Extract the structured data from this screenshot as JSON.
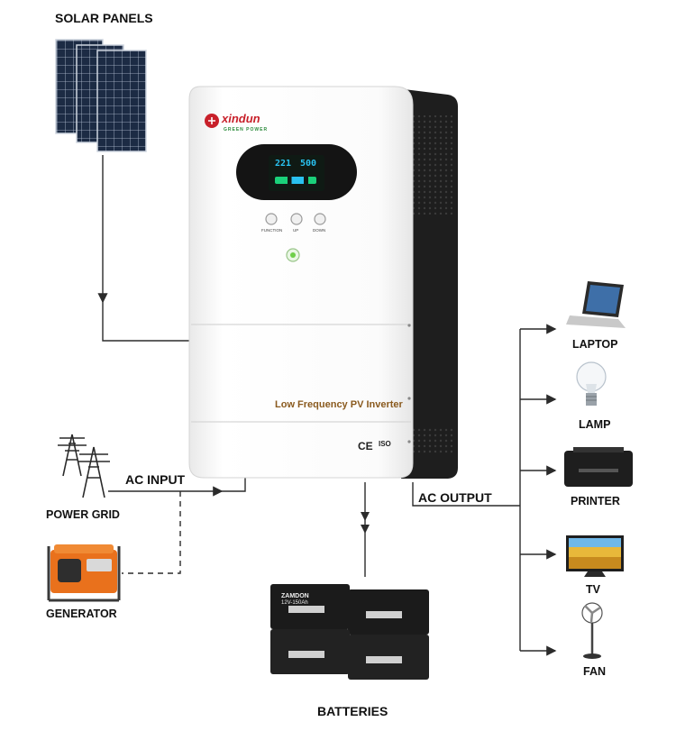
{
  "labels": {
    "solar_panels": "SOLAR PANELS",
    "ac_input": "AC INPUT",
    "power_grid": "POWER GRID",
    "generator": "GENERATOR",
    "batteries": "BATTERIES",
    "ac_output": "AC OUTPUT",
    "laptop": "LAPTOP",
    "lamp": "LAMP",
    "printer": "PRINTER",
    "tv": "TV",
    "fan": "FAN"
  },
  "inverter": {
    "brand": "xindun",
    "brand_sub": "GREEN POWER",
    "product_name": "Low Frequency PV Inverter",
    "display_left": "221",
    "display_right": "500",
    "buttons": [
      "FUNCTION",
      "UP",
      "DOWN"
    ],
    "cert_ce": "CE",
    "cert_iso": "ISO"
  },
  "batteries": {
    "brand": "ZAMDON",
    "spec": "12V-150Ah"
  },
  "colors": {
    "line": "#2b2b2b",
    "inverter_front": "#f4f4f4",
    "inverter_side": "#1e1e1e",
    "display_bg": "#0f1a14",
    "display_glow": "#29c2f0",
    "panel_blue": "#1c2b44",
    "generator_orange": "#e9711c"
  }
}
